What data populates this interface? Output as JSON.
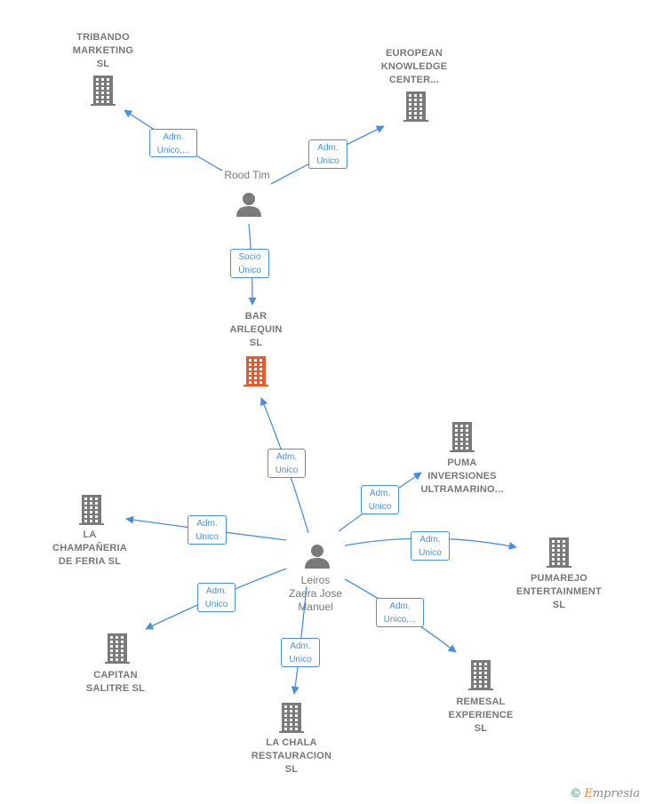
{
  "colors": {
    "edge": "#4a90d9",
    "building": "#7a7a7a",
    "building_highlight": "#e85a2a",
    "person": "#7a7a7a",
    "label": "#777777"
  },
  "nodes": [
    {
      "id": "tribando",
      "type": "company",
      "label": "TRIBANDO\nMARKETING\nSL"
    },
    {
      "id": "european",
      "type": "company",
      "label": "EUROPEAN\nKNOWLEDGE\nCENTER..."
    },
    {
      "id": "rood",
      "type": "person",
      "label": "Rood Tim"
    },
    {
      "id": "bar",
      "type": "company",
      "highlight": true,
      "label": "BAR\nARLEQUIN\nSL"
    },
    {
      "id": "puma",
      "type": "company",
      "label": "PUMA\nINVERSIONES\nULTRAMARINO..."
    },
    {
      "id": "champaneria",
      "type": "company",
      "label": "LA\nCHAMPAÑERIA\nDE FERIA  SL"
    },
    {
      "id": "leiros",
      "type": "person",
      "label": "Leiros\nZaera Jose\nManuel"
    },
    {
      "id": "pumarejo",
      "type": "company",
      "label": "PUMAREJO\nENTERTAINMENT\nSL"
    },
    {
      "id": "capitan",
      "type": "company",
      "label": "CAPITAN\nSALITRE  SL"
    },
    {
      "id": "remesal",
      "type": "company",
      "label": "REMESAL\nEXPERIENCE\nSL"
    },
    {
      "id": "lachala",
      "type": "company",
      "label": "LA CHALA\nRESTAURACION\nSL"
    }
  ],
  "edges": [
    {
      "from": "rood",
      "to": "tribando",
      "label": "Adm.\nUnico,..."
    },
    {
      "from": "rood",
      "to": "european",
      "label": "Adm.\nUnico"
    },
    {
      "from": "rood",
      "to": "bar",
      "label": "Socio\nÚnico"
    },
    {
      "from": "leiros",
      "to": "bar",
      "label": "Adm.\nUnico"
    },
    {
      "from": "leiros",
      "to": "puma",
      "label": "Adm.\nUnico"
    },
    {
      "from": "leiros",
      "to": "champaneria",
      "label": "Adm.\nUnico"
    },
    {
      "from": "leiros",
      "to": "pumarejo",
      "label": "Adm.\nUnico"
    },
    {
      "from": "leiros",
      "to": "capitan",
      "label": "Adm.\nUnico"
    },
    {
      "from": "leiros",
      "to": "remesal",
      "label": "Adm.\nUnico,..."
    },
    {
      "from": "leiros",
      "to": "lachala",
      "label": "Adm.\nUnico"
    }
  ],
  "watermark": {
    "copyright": "©",
    "brand_first": "E",
    "brand_rest": "mpresia"
  }
}
